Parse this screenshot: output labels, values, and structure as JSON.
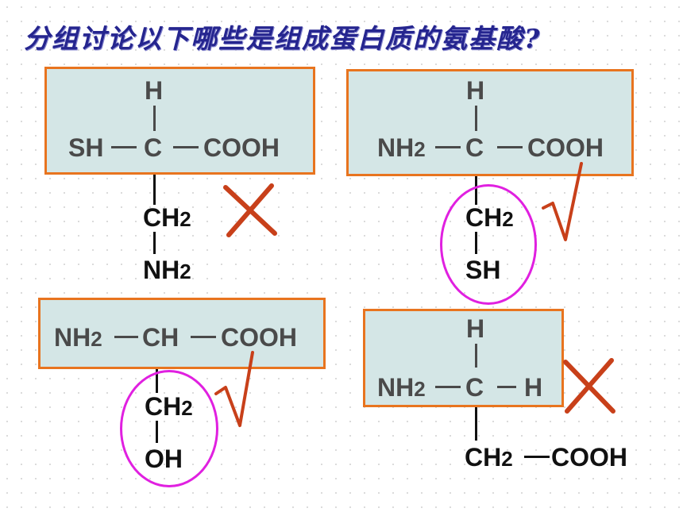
{
  "title": "分组讨论以下哪些是组成蛋白质的氨基酸?",
  "mol1": {
    "h": "H",
    "left": "SH",
    "c": "C",
    "right": "COOH",
    "r1": "CH",
    "r1_sub": "2",
    "r2": "NH",
    "r2_sub": "2",
    "verdict": "cross"
  },
  "mol2": {
    "h": "H",
    "left": "NH",
    "left_sub": "2",
    "c": "C",
    "right": "COOH",
    "r1": "CH",
    "r1_sub": "2",
    "r2": "SH",
    "verdict": "check"
  },
  "mol3": {
    "left": "NH",
    "left_sub": "2",
    "c": "CH",
    "right": "COOH",
    "r1": "CH",
    "r1_sub": "2",
    "r2": "OH",
    "verdict": "check"
  },
  "mol4": {
    "h": "H",
    "left": "NH",
    "left_sub": "2",
    "c": "C",
    "right": "H",
    "r1": "CH",
    "r1_sub": "2",
    "r2": "COOH",
    "verdict": "cross"
  },
  "colors": {
    "box_fill": "#d4e6e6",
    "box_border": "#e8741f",
    "ring": "#e020e0",
    "mark": "#c8401a",
    "title": "#25258f"
  }
}
